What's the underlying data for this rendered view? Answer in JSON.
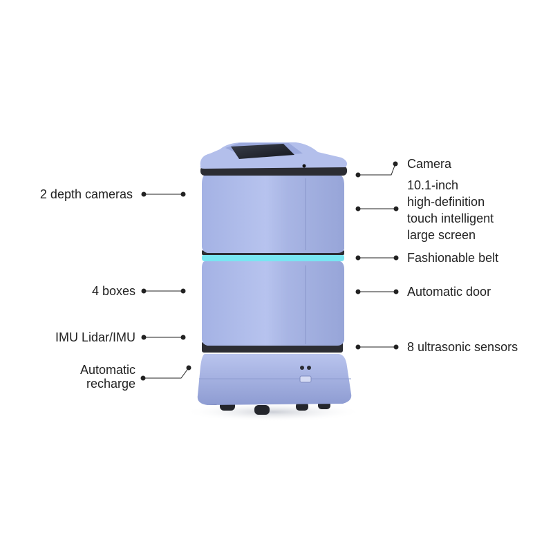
{
  "left_labels": {
    "depth_cameras": "2 depth cameras",
    "boxes": "4 boxes",
    "imu": "IMU Lidar/IMU",
    "recharge_line1": "Automatic",
    "recharge_line2": "recharge"
  },
  "right_labels": {
    "camera": "Camera",
    "screen_line1": "10.1-inch",
    "screen_line2": "high-definition",
    "screen_line3": "touch intelligent",
    "screen_line4": "large screen",
    "belt": "Fashionable belt",
    "door": "Automatic door",
    "ultrasonic": "8 ultrasonic sensors"
  },
  "colors": {
    "body": "#a7b4e2",
    "accent_belt": "#78e6f2",
    "dark_trim": "#2c2d33"
  }
}
